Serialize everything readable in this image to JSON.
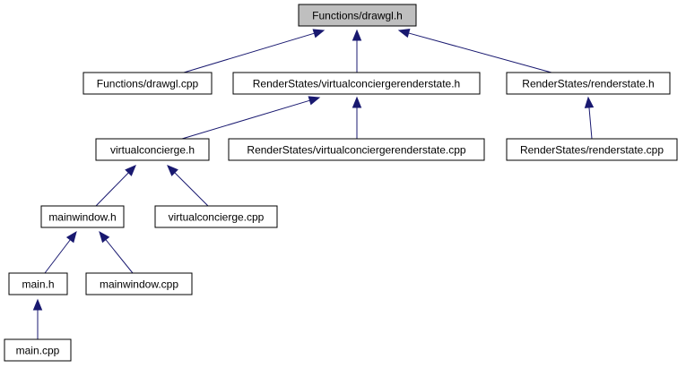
{
  "diagram": {
    "title": "",
    "colors": {
      "edge": "#191970",
      "node_border": "#000000",
      "root_fill": "#bfbfbf",
      "node_fill": "#ffffff"
    },
    "nodes": [
      {
        "id": "n0",
        "label": "Functions/drawgl.h",
        "root": true
      },
      {
        "id": "n1",
        "label": "Functions/drawgl.cpp"
      },
      {
        "id": "n2",
        "label": "RenderStates/virtualconciergerenderstate.h"
      },
      {
        "id": "n3",
        "label": "RenderStates/renderstate.h"
      },
      {
        "id": "n4",
        "label": "virtualconcierge.h"
      },
      {
        "id": "n5",
        "label": "RenderStates/virtualconciergerenderstate.cpp"
      },
      {
        "id": "n6",
        "label": "RenderStates/renderstate.cpp"
      },
      {
        "id": "n7",
        "label": "mainwindow.h"
      },
      {
        "id": "n8",
        "label": "virtualconcierge.cpp"
      },
      {
        "id": "n9",
        "label": "main.h"
      },
      {
        "id": "n10",
        "label": "mainwindow.cpp"
      },
      {
        "id": "n11",
        "label": "main.cpp"
      }
    ],
    "edges": [
      {
        "from": "n1",
        "to": "n0"
      },
      {
        "from": "n2",
        "to": "n0"
      },
      {
        "from": "n3",
        "to": "n0"
      },
      {
        "from": "n4",
        "to": "n2"
      },
      {
        "from": "n5",
        "to": "n2"
      },
      {
        "from": "n6",
        "to": "n3"
      },
      {
        "from": "n7",
        "to": "n4"
      },
      {
        "from": "n8",
        "to": "n4"
      },
      {
        "from": "n9",
        "to": "n7"
      },
      {
        "from": "n10",
        "to": "n7"
      },
      {
        "from": "n11",
        "to": "n9"
      }
    ]
  }
}
